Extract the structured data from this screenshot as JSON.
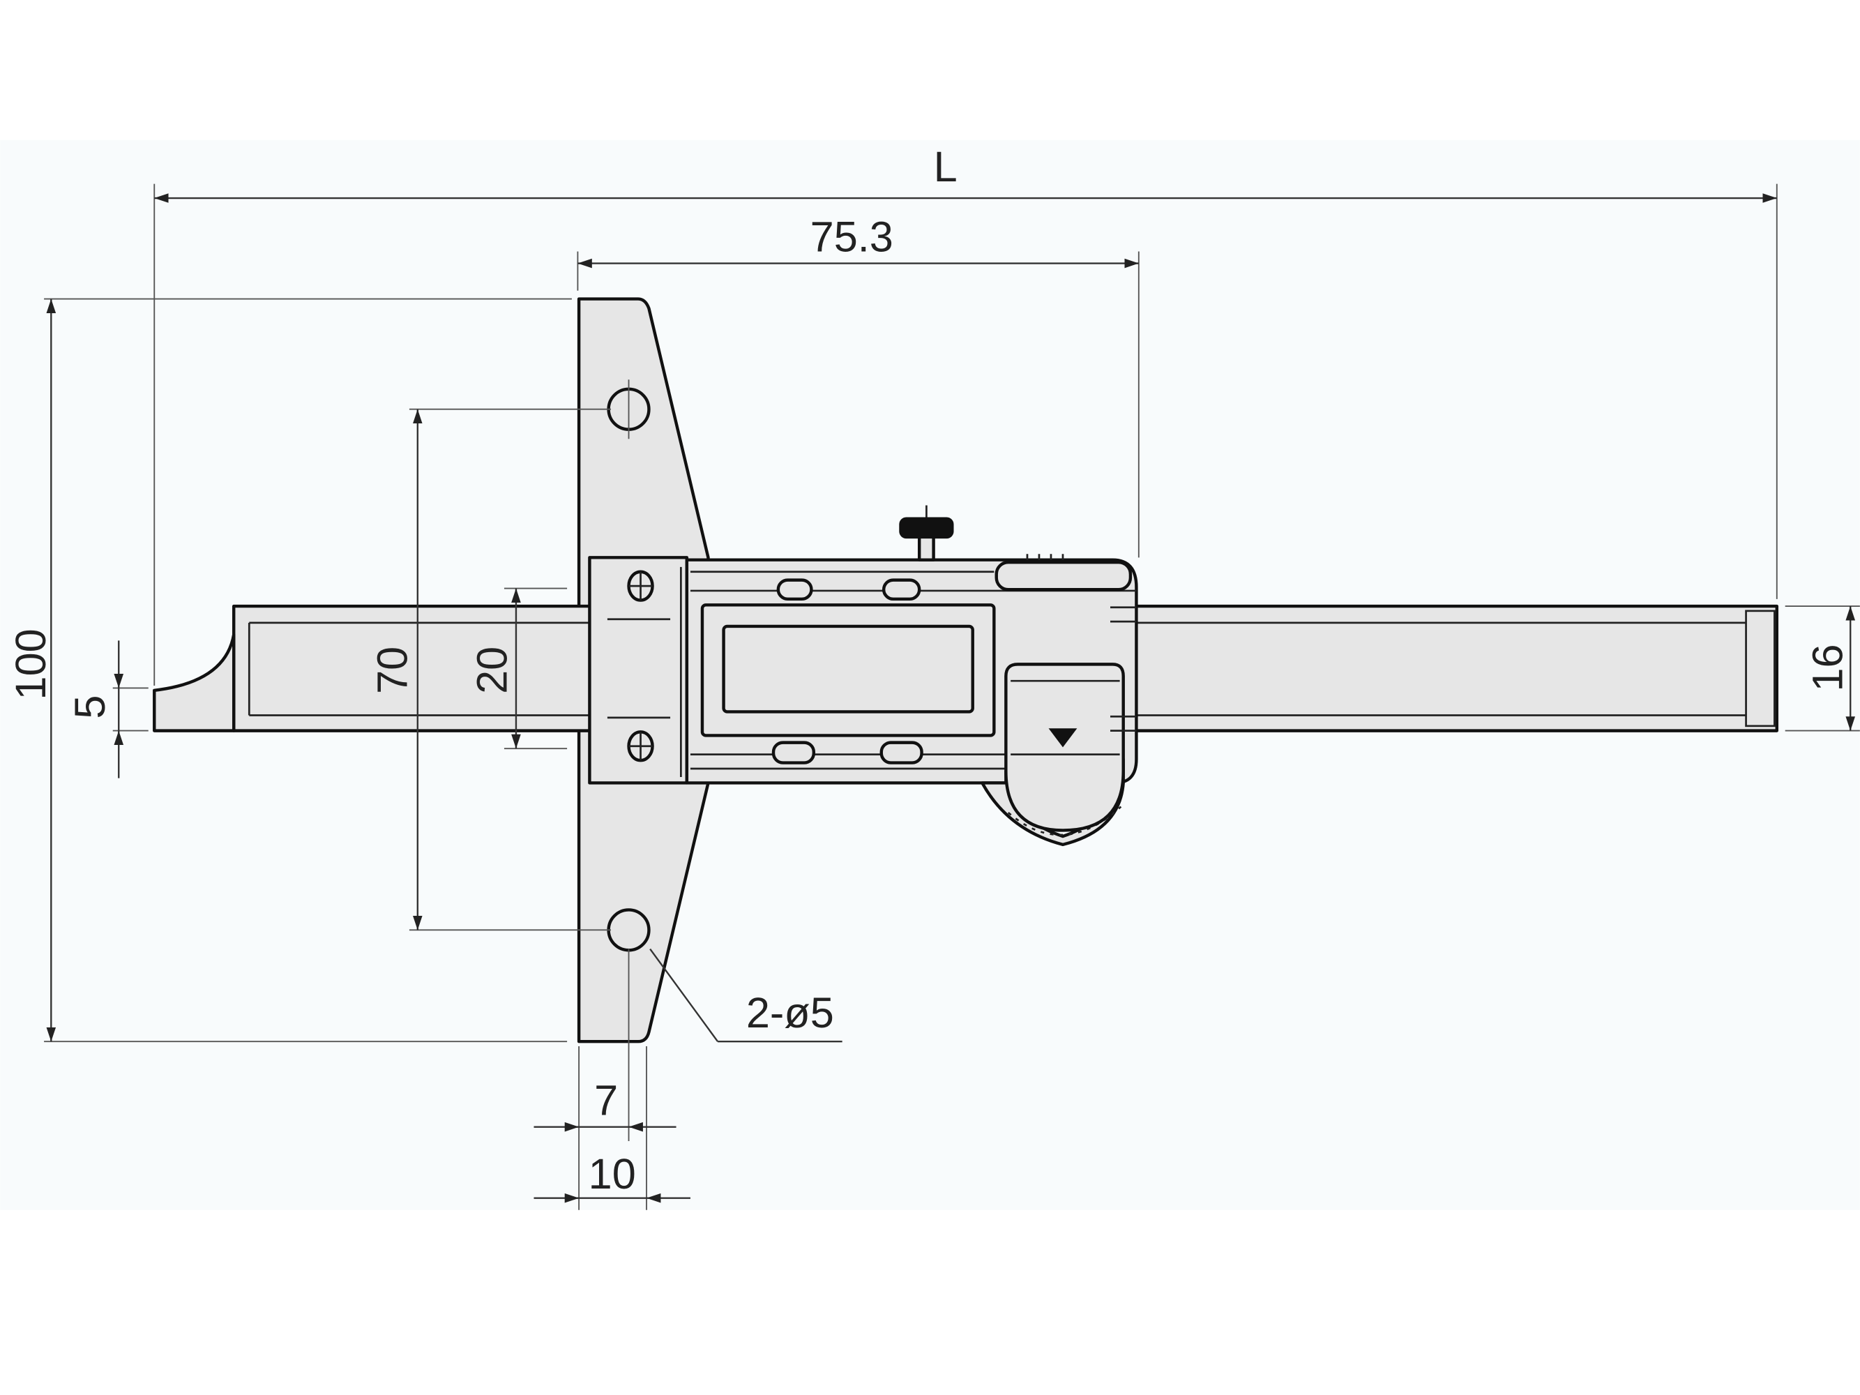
{
  "drawing": {
    "title": "Digital depth gauge dimension drawing",
    "colors": {
      "background": "#f8fbfc",
      "part_fill": "#e6e6e6",
      "line": "#111111"
    },
    "dimensions": {
      "overall_length": "L",
      "slider_length": "75.3",
      "base_height": "100",
      "hook_height": "5",
      "hole_pitch": "70",
      "beam_slot": "20",
      "beam_width": "16",
      "holes": "2-ø5",
      "hole_offset": "7",
      "base_thickness": "10"
    }
  }
}
